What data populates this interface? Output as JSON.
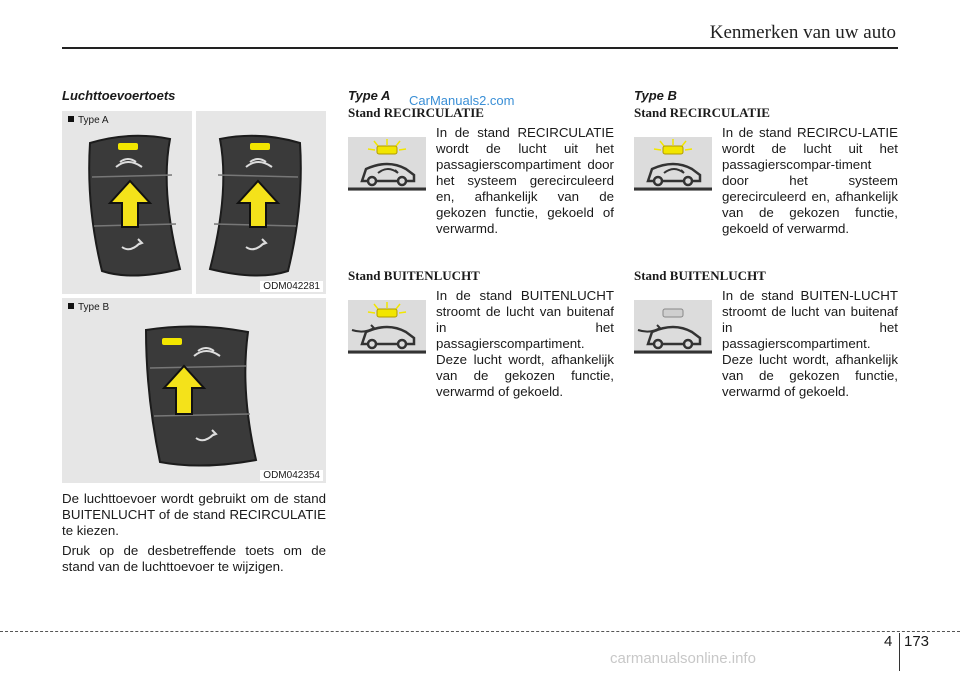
{
  "header": {
    "title": "Kenmerken van uw auto"
  },
  "watermarks": {
    "top": "CarManuals2.com",
    "bottom": "carmanualsonline.info"
  },
  "left": {
    "heading": "Luchttoevoertoets",
    "figure_a": {
      "label": "Type A",
      "code": "ODM042281"
    },
    "figure_b": {
      "label": "Type B",
      "code": "ODM042354"
    },
    "paragraphs": [
      "De luchttoevoer wordt gebruikt om de stand BUITENLUCHT of de stand RECIRCULATIE te kiezen.",
      "Druk op de desbetreffende toets om de stand van de luchttoevoer te wijzigen."
    ]
  },
  "type_a": {
    "heading": "Type A",
    "recirc": {
      "title": "Stand RECIRCULATIE",
      "text": "In de stand RECIRCULATIE wordt de lucht uit het passagierscompartiment door het systeem gerecirculeerd en, afhankelijk van de gekozen functie, gekoeld of verwarmd."
    },
    "outside": {
      "title": "Stand BUITENLUCHT",
      "text": "In de stand BUITENLUCHT stroomt de lucht van buitenaf in het passagierscompartiment. Deze lucht wordt, afhankelijk van de gekozen functie, verwarmd of gekoeld."
    }
  },
  "type_b": {
    "heading": "Type B",
    "recirc": {
      "title": "Stand RECIRCULATIE",
      "text": "In de stand RECIRCU-LATIE wordt de lucht uit het passagierscompar-timent door het systeem gerecirculeerd en, afhankelijk van de gekozen functie, gekoeld of verwarmd."
    },
    "outside": {
      "title": "Stand BUITENLUCHT",
      "text": "In de stand BUITEN-LUCHT stroomt de lucht van buitenaf in het passagierscompartiment. Deze lucht wordt, afhankelijk van de gekozen functie, verwarmd of gekoeld."
    }
  },
  "footer": {
    "chapter": "4",
    "page": "173"
  },
  "colors": {
    "indicator": "#f2e600",
    "arrow": "#f4e21a",
    "button": "#3a3a3a"
  }
}
